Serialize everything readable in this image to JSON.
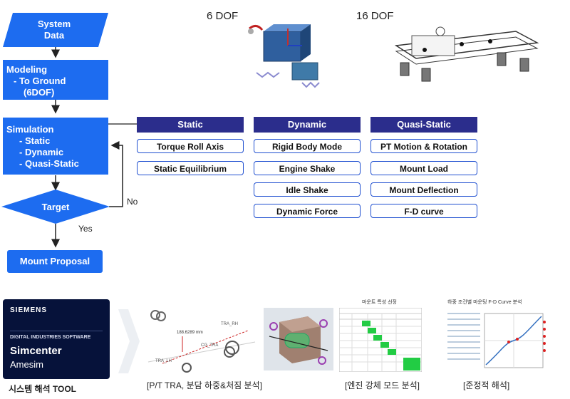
{
  "flow": {
    "system_data": [
      "System",
      "Data"
    ],
    "modeling": [
      "Modeling",
      "- To Ground",
      "(6DOF)"
    ],
    "simulation": [
      "Simulation",
      "- Static",
      "- Dynamic",
      "- Quasi-Static"
    ],
    "target": "Target",
    "no": "No",
    "yes": "Yes",
    "mount_proposal": "Mount Proposal"
  },
  "dof": {
    "six": "6 DOF",
    "sixteen": "16 DOF"
  },
  "columns": [
    {
      "head": "Static",
      "items": [
        "Torque Roll Axis",
        "Static Equilibrium"
      ]
    },
    {
      "head": "Dynamic",
      "items": [
        "Rigid Body Mode",
        "Engine Shake",
        "Idle Shake",
        "Dynamic Force"
      ]
    },
    {
      "head": "Quasi-Static",
      "items": [
        "PT Motion & Rotation",
        "Mount Load",
        "Mount Deflection",
        "F-D curve"
      ]
    }
  ],
  "simcenter": {
    "brand": "SIEMENS",
    "division": "DIGITAL INDUSTRIES SOFTWARE",
    "product": "Simcenter",
    "sub": "Amesim"
  },
  "tool_caption": "시스템 해석 TOOL",
  "captions": {
    "p1": "[P/T TRA, 분담 하중&처짐 분석]",
    "p2": "[엔진 강체 모드 분석]",
    "p3": "[준정적 해석]"
  },
  "tiny_titles": {
    "mount": "마운트 특성 선정",
    "fd": "하중 조건별 마운팅 F-D Curve 분석"
  },
  "tra_measure": "188.6289 mm",
  "tra_labels": [
    "TRA_RH",
    "TRA_LH",
    "CG_TRA"
  ]
}
